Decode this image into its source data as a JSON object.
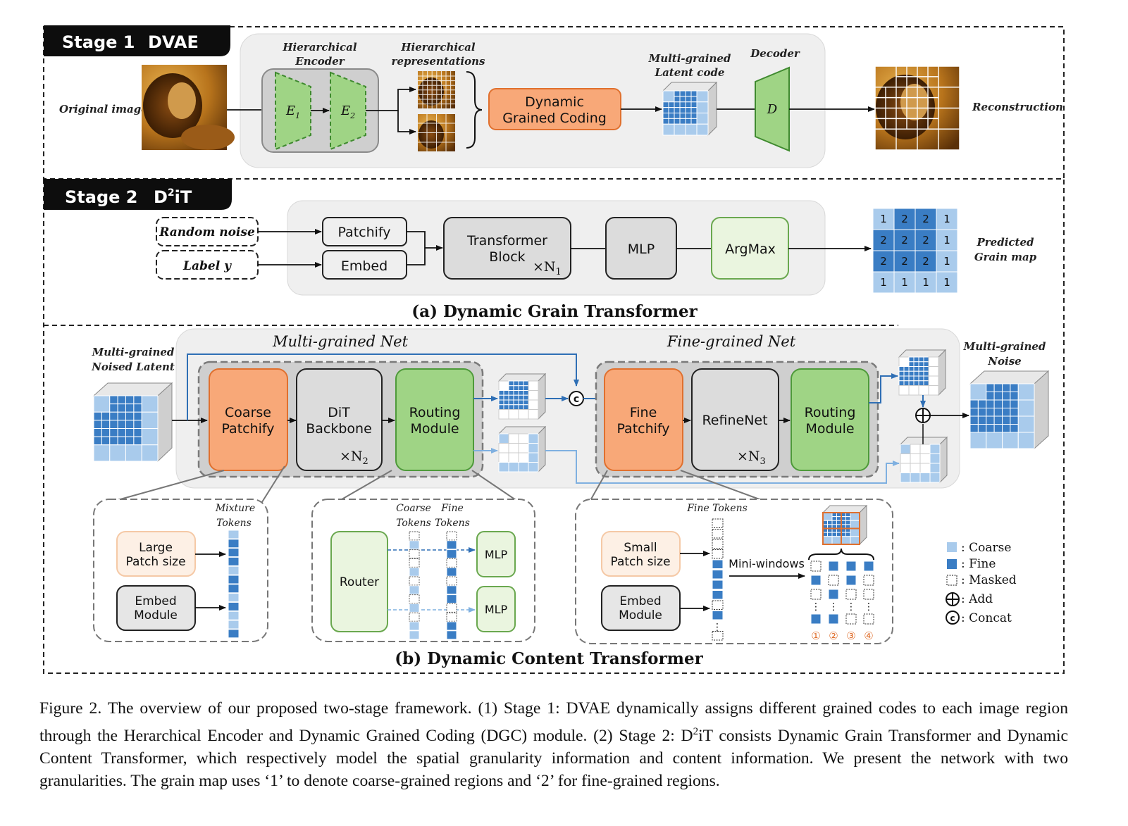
{
  "stage1": {
    "tag": "Stage 1",
    "name": "DVAE",
    "original_image": "Original image",
    "encoder_label_1": "Hierarchical",
    "encoder_label_2": "Encoder",
    "e1": "E",
    "e1_sub": "1",
    "e2": "E",
    "e2_sub": "2",
    "repr_label_1": "Hierarchical",
    "repr_label_2": "representations",
    "dgc_1": "Dynamic",
    "dgc_2": "Grained Coding",
    "latent_label_1": "Multi-grained",
    "latent_label_2": "Latent code",
    "decoder_label": "Decoder",
    "decoder": "D",
    "reconstruction": "Reconstruction"
  },
  "stage2": {
    "tag": "Stage 2",
    "name_pre": "D",
    "name_sup": "2",
    "name_post": "iT",
    "random_noise": "Random noise",
    "label_y": "Label y",
    "patchify": "Patchify",
    "embed": "Embed",
    "transformer_1": "Transformer",
    "transformer_2": "Block",
    "times_n1": "×N",
    "n1_sub": "1",
    "mlp": "MLP",
    "argmax": "ArgMax",
    "grain_map": [
      [
        "1",
        "2",
        "2",
        "1"
      ],
      [
        "2",
        "2",
        "2",
        "1"
      ],
      [
        "2",
        "2",
        "2",
        "1"
      ],
      [
        "1",
        "1",
        "1",
        "1"
      ]
    ],
    "predicted_1": "Predicted",
    "predicted_2": "Grain map",
    "title_a": "(a) Dynamic Grain Transformer"
  },
  "dct": {
    "multi_net": "Multi-grained Net",
    "fine_net": "Fine-grained Net",
    "noised_latent_1": "Multi-grained",
    "noised_latent_2": "Noised Latent",
    "coarse_patchify_1": "Coarse",
    "coarse_patchify_2": "Patchify",
    "dit_1": "DiT",
    "dit_2": "Backbone",
    "times_n2": "×N",
    "n2_sub": "2",
    "routing_1": "Routing",
    "routing_2": "Module",
    "concat_symbol": "c",
    "fine_patchify_1": "Fine",
    "fine_patchify_2": "Patchify",
    "refinenet": "RefineNet",
    "times_n3": "×N",
    "n3_sub": "3",
    "noise_1": "Multi-grained",
    "noise_2": "Noise",
    "mixture_1": "Mixture",
    "mixture_2": "Tokens",
    "large_patch_1": "Large",
    "large_patch_2": "Patch size",
    "embed_module_1": "Embed",
    "embed_module_2": "Module",
    "coarse_tokens_1": "Coarse",
    "coarse_tokens_2": "Tokens",
    "fine_tokens_col_1": "Fine",
    "fine_tokens_col_2": "Tokens",
    "router": "Router",
    "mlp": "MLP",
    "fine_tokens": "Fine Tokens",
    "small_patch_1": "Small",
    "small_patch_2": "Patch size",
    "mini_windows": "Mini-windows",
    "window_numbers": [
      "①",
      "②",
      "③",
      "④"
    ],
    "title_b": "(b) Dynamic Content Transformer"
  },
  "legend": {
    "coarse": ": Coarse",
    "fine": ": Fine",
    "masked": ": Masked",
    "add": ": Add",
    "concat": ": Concat"
  },
  "colors": {
    "coarse": "#a9cbec",
    "fine": "#3a7dc4",
    "green": "#9fd485",
    "orange": "#f8a878",
    "gray": "#dcdcdc"
  },
  "caption": {
    "part1": "Figure 2.  The overview of our proposed two-stage framework.  (1) Stage 1:  DVAE dynamically assigns different grained codes to each image region through the Herarchical Encoder and Dynamic Grained Coding (DGC) module.  (2) Stage 2:  D",
    "sup": "2",
    "part2": "iT consists Dynamic Grain Transformer and Dynamic Content Transformer, which respectively model the spatial granularity information and content information.  We present the network with two granularities.  The grain map uses ‘1’ to denote coarse-grained regions and ‘2’ for fine-grained regions."
  }
}
